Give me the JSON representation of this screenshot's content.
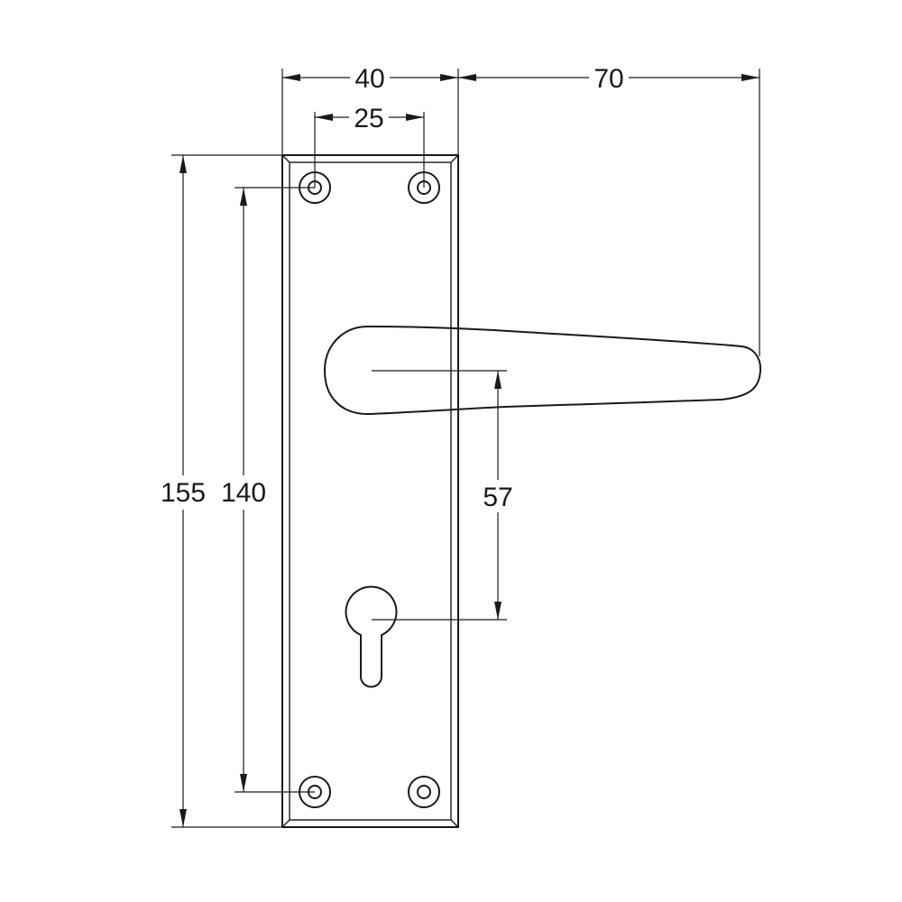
{
  "drawing": {
    "line_color": "#1a1a1a",
    "background": "#ffffff",
    "dimensions": {
      "plate_width": "40",
      "handle_projection": "70",
      "screw_spacing_horizontal": "25",
      "plate_height": "155",
      "screw_spacing_vertical": "140",
      "handle_to_keyhole": "57"
    }
  }
}
